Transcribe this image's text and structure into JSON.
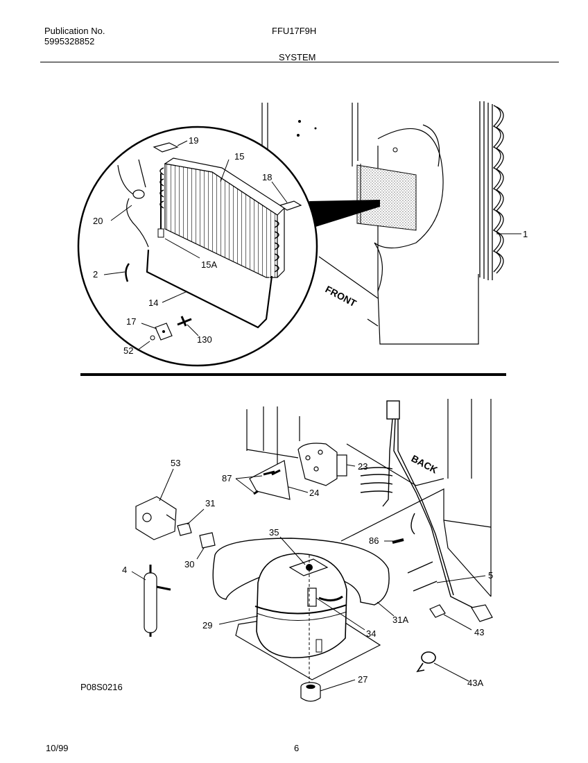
{
  "header": {
    "publication_label": "Publication No.",
    "publication_number": "5995328852",
    "model": "FFU17F9H",
    "section": "SYSTEM"
  },
  "footer": {
    "date": "10/99",
    "page": "6",
    "drawing_code": "P08S0216"
  },
  "diagram": {
    "labels": {
      "front": "FRONT",
      "back": "BACK"
    },
    "top_callouts": [
      "19",
      "15",
      "18",
      "20",
      "15A",
      "2",
      "14",
      "17",
      "130",
      "52",
      "1"
    ],
    "bottom_callouts": [
      "53",
      "87",
      "23",
      "24",
      "31",
      "30",
      "35",
      "86",
      "4",
      "5",
      "29",
      "31A",
      "34",
      "43",
      "27",
      "43A"
    ]
  }
}
